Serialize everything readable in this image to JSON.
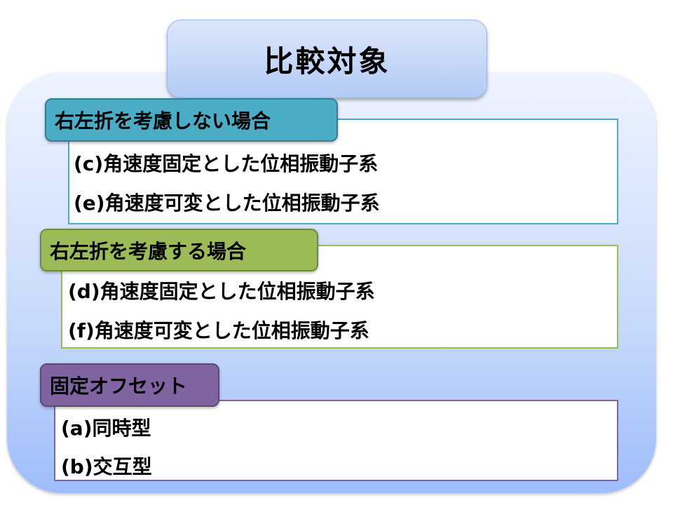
{
  "title": "比較対象",
  "sections": [
    {
      "label": "右左折を考慮しない場合",
      "items": [
        "(c)角速度固定とした位相振動子系",
        "(e)角速度可変とした位相振動子系"
      ]
    },
    {
      "label": "右左折を考慮する場合",
      "items": [
        "(d)角速度固定とした位相振動子系",
        "(f)角速度可変とした位相振動子系"
      ]
    },
    {
      "label": "固定オフセット",
      "items": [
        "(a)同時型",
        "(b)交互型"
      ]
    }
  ],
  "colors": {
    "section_1": "#4bacc6",
    "section_2": "#9bbb59",
    "section_3": "#8064a2",
    "panel": "#c7d9fb"
  }
}
